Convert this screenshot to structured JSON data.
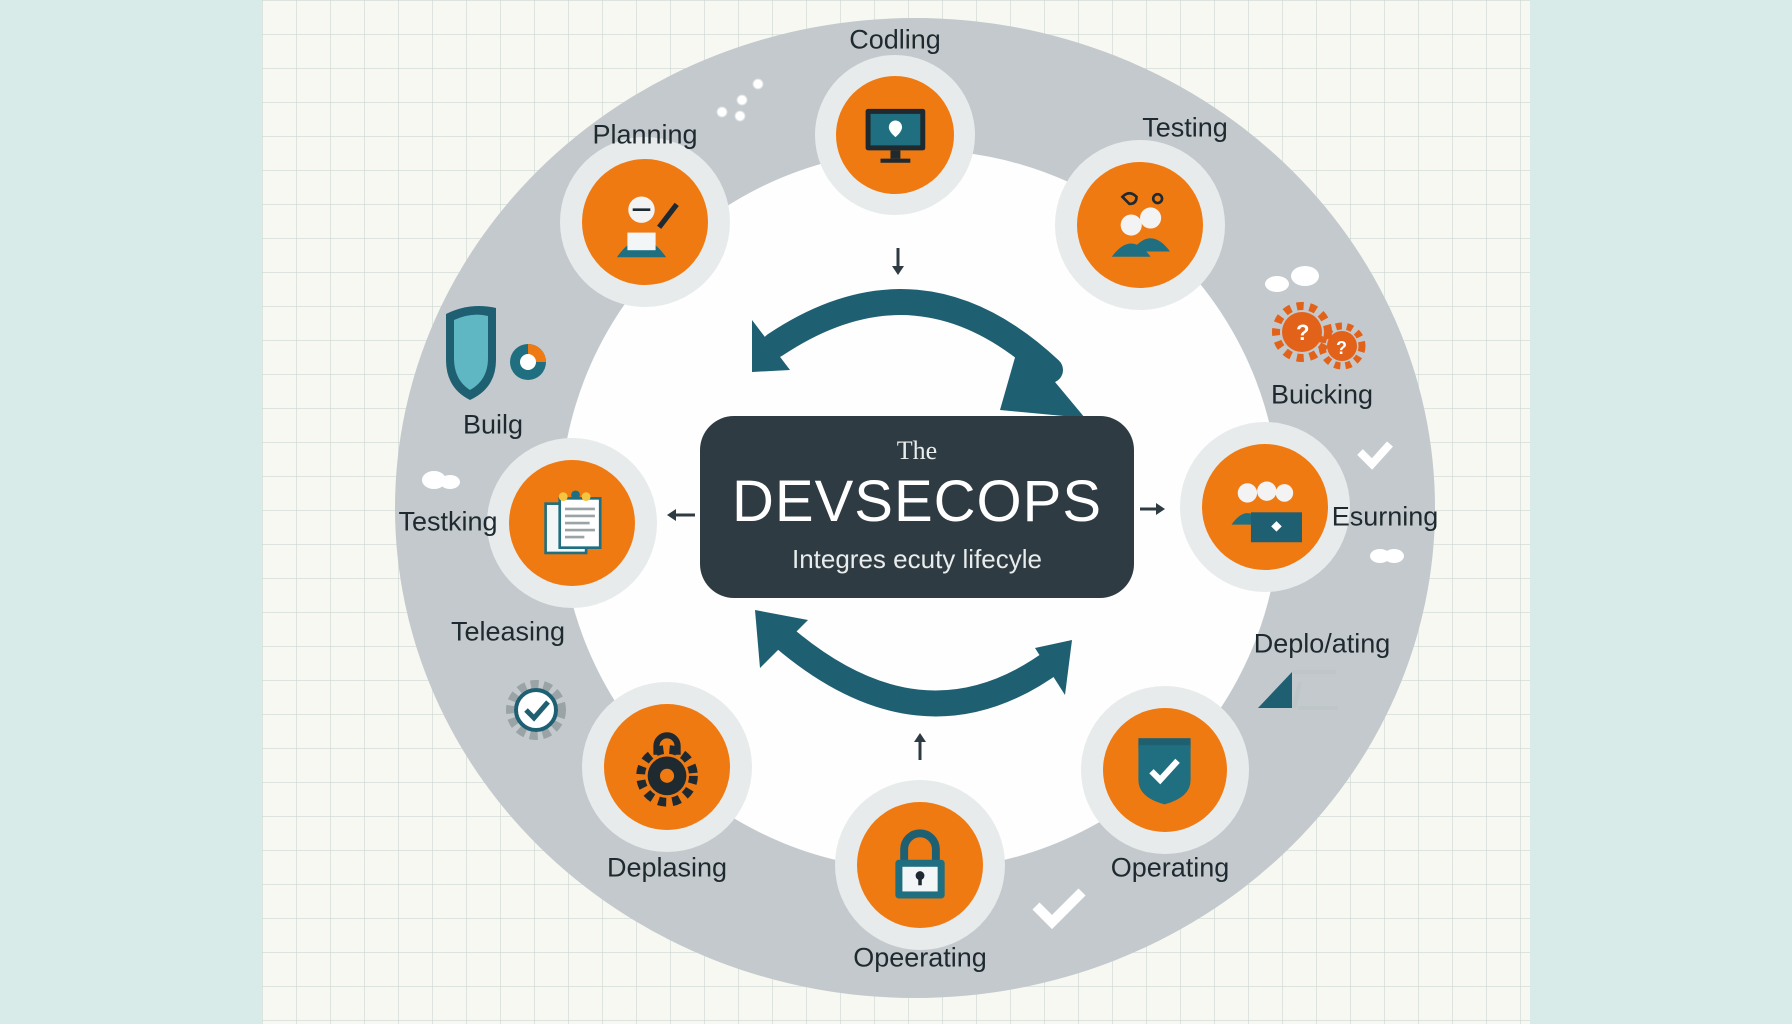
{
  "center": {
    "small": "The",
    "title": "DEVSECOPS",
    "subtitle": "Integres ecuty lifecyle"
  },
  "stages": [
    {
      "label": "Codling",
      "icon": "monitor-icon"
    },
    {
      "label": "Testing",
      "icon": "team-icon"
    },
    {
      "label": "Buicking",
      "icon": "gears-icon"
    },
    {
      "label": "Esurning",
      "icon": "team-laptop-icon"
    },
    {
      "label": "Deplo/ating",
      "icon": "flag-icon"
    },
    {
      "label": "Operating",
      "icon": "shield-check-icon"
    },
    {
      "label": "Opeerating",
      "icon": "padlock-icon"
    },
    {
      "label": "Deplasing",
      "icon": "gear-lock-icon"
    },
    {
      "label": "Teleasing",
      "icon": "gear-check-icon"
    },
    {
      "label": "Testking",
      "icon": "document-icon"
    },
    {
      "label": "Builg",
      "icon": "shield-icon"
    },
    {
      "label": "Planning",
      "icon": "user-pen-icon"
    }
  ],
  "colors": {
    "accent_orange": "#f07a12",
    "teal": "#1f6f80",
    "dark_panel": "#2f3b42",
    "ring_gray": "#c3c9cc"
  }
}
